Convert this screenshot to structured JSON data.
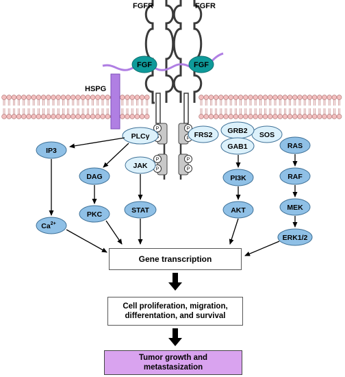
{
  "labels": {
    "fgfr_left": "FGFR",
    "fgfr_right": "FGFR",
    "fgf_left": "FGF",
    "fgf_right": "FGF",
    "hspg": "HSPG",
    "p": "P"
  },
  "nodes": {
    "plcy": "PLCγ",
    "jak": "JAK",
    "frs2": "FRS2",
    "grb2": "GRB2",
    "sos": "SOS",
    "gab1": "GAB1",
    "ras": "RAS",
    "ip3": "IP3",
    "dag": "DAG",
    "pkc": "PKC",
    "stat": "STAT",
    "pi3k": "PI3K",
    "akt": "AKT",
    "raf": "RAF",
    "mek": "MEK",
    "erk": "ERK1/2",
    "ca": "Ca",
    "ca_sup": "2+"
  },
  "boxes": {
    "gene": "Gene transcription",
    "cell_line1": "Cell proliferation, migration,",
    "cell_line2": "differentation, and survival",
    "tumor_line1": "Tumor growth and",
    "tumor_line2": "metastasization"
  },
  "colors": {
    "node_blue": "#8fc0e6",
    "node_light": "#dcf1fb",
    "fgf_teal": "#0e9a9a",
    "hspg_purple": "#b07fe3",
    "tumor_box": "#d9a3ef",
    "membrane": "#f3c0c0"
  }
}
